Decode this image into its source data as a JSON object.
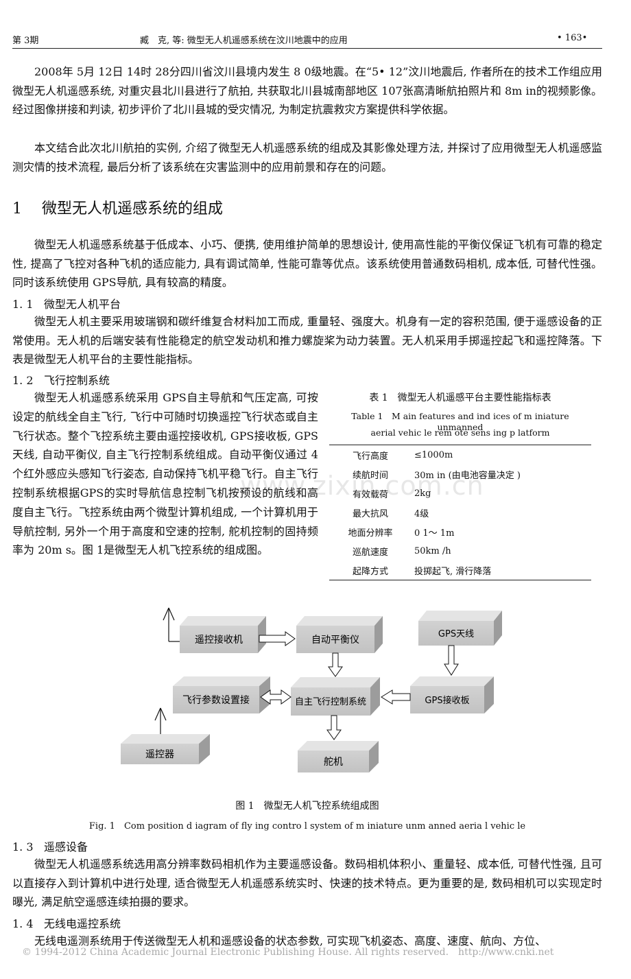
{
  "header": {
    "issue": "第 3期",
    "title": "臧　克, 等: 微型无人机遥感系统在汶川地震中的应用",
    "page": "• 163•"
  },
  "intro": [
    "2008年 5月 12日 14时 28分四川省汶川县境内发生 8 0级地震。在“5• 12”汶川地震后, 作者所在的技术工作组应用微型无人机遥感系统, 对重灾县北川县进行了航拍, 共获取北川县城南部地区 107张高清晰航拍照片和 8m in的视频影像。经过图像拼接和判读, 初步评价了北川县城的受灾情况, 为制定抗震救灾方案提供科学依据。",
    "本文结合此次北川航拍的实例, 介绍了微型无人机遥感系统的组成及其影像处理方法, 并探讨了应用微型无人机遥感监测灾情的技术流程, 最后分析了该系统在灾害监测中的应用前景和存在的问题。"
  ],
  "section1": {
    "number": "1",
    "title": "微型无人机遥感系统的组成",
    "text": "微型无人机遥感系统基于低成本、小巧、便携, 使用维护简单的思想设计, 使用高性能的平衡仪保证飞机有可靠的稳定性, 提高了飞控对各种飞机的适应能力, 具有调试简单, 性能可靠等优点。该系统使用普通数码相机, 成本低, 可替代性强。同时该系统使用 GPS导航, 具有较高的精度。"
  },
  "s11": {
    "number": "1. 1",
    "title": "微型无人机平台",
    "text": "微型无人机主要采用玻瑞钢和碳纤维复合材料加工而成, 重量轻、强度大。机身有一定的容积范围, 便于遥感设备的正常使用。无人机的后端安装有性能稳定的航空发动机和推力螺旋桨为动力装置。无人机采用手掷遥控起飞和遥控降落。下表是微型无人机平台的主要性能指标。"
  },
  "s12": {
    "number": "1. 2",
    "title": "飞行控制系统",
    "text": "微型无人机遥感系统采用 GPS自主导航和气压定高, 可按设定的航线全自主飞行, 飞行中可随时切换遥控飞行状态或自主飞行状态。整个飞控系统主要由遥控接收机, GPS接收板, GPS天线, 自动平衡仪, 自主飞行控制系统组成。自动平衡仪通过 4个红外感应头感知飞行姿态, 自动保持飞机平稳飞行。自主飞行控制系统根据GPS的实时导航信息控制飞机按预设的航线和高度自主飞行。飞控系统由两个微型计算机组成, 一个计算机用于导航控制, 另外一个用于高度和空速的控制, 舵机控制的固持频率为 20m s。图 1是微型无人机飞控系统的组成图。"
  },
  "table1": {
    "caption_cn": "表 1　微型无人机遥感平台主要性能指标表",
    "caption_en_1": "Table 1　M ain features and ind ices of m iniature unmanned",
    "caption_en_2": "aerial vehic le rem ote sens ing p latform",
    "rows": [
      {
        "k": "飞行高度",
        "v": "≤1000m"
      },
      {
        "k": "续航时间",
        "v": "30m in (由电池容量决定 )"
      },
      {
        "k": "有效载荷",
        "v": "2kg"
      },
      {
        "k": "最大抗风",
        "v": "4级"
      },
      {
        "k": "地面分辨率",
        "v": "0 1～ 1m"
      },
      {
        "k": "巡航速度",
        "v": "50km /h"
      },
      {
        "k": "起降方式",
        "v": "投掷起飞, 滑行降落"
      }
    ]
  },
  "figure1": {
    "boxes": {
      "receiver": "遥控接收机",
      "balancer": "自动平衡仪",
      "gps_antenna": "GPS天线",
      "param_setter": "飞行参数设置接",
      "autopilot": "自主飞行控制系统",
      "gps_board": "GPS接收板",
      "remote": "遥控器",
      "servo": "舵机"
    },
    "caption_cn": "图 1　微型无人机飞控系统组成图",
    "caption_en": "Fig. 1　Com position d iagram of fly ing contro l system of m iniature unm anned aeria l vehic le"
  },
  "s13": {
    "number": "1. 3",
    "title": "遥感设备",
    "text": "微型无人机遥感系统选用高分辨率数码相机作为主要遥感设备。数码相机体积小、重量轻、成本低, 可替代性强, 且可以直接存入到计算机中进行处理, 适合微型无人机遥感系统实时、快速的技术特点。更为重要的是, 数码相机可以实现定时曝光, 满足航空遥感连续拍摄的要求。"
  },
  "s14": {
    "number": "1. 4",
    "title": "无线电遥控系统",
    "text": "无线电遥测系统用于传送微型无人机和遥感设备的状态参数, 可实现飞机姿态、高度、速度、航向、方位、"
  },
  "watermark": "www.zixin.com.cn",
  "footer": "© 1994-2012 China Academic Journal Electronic Publishing House. All rights reserved.　http://www.cnki.net"
}
